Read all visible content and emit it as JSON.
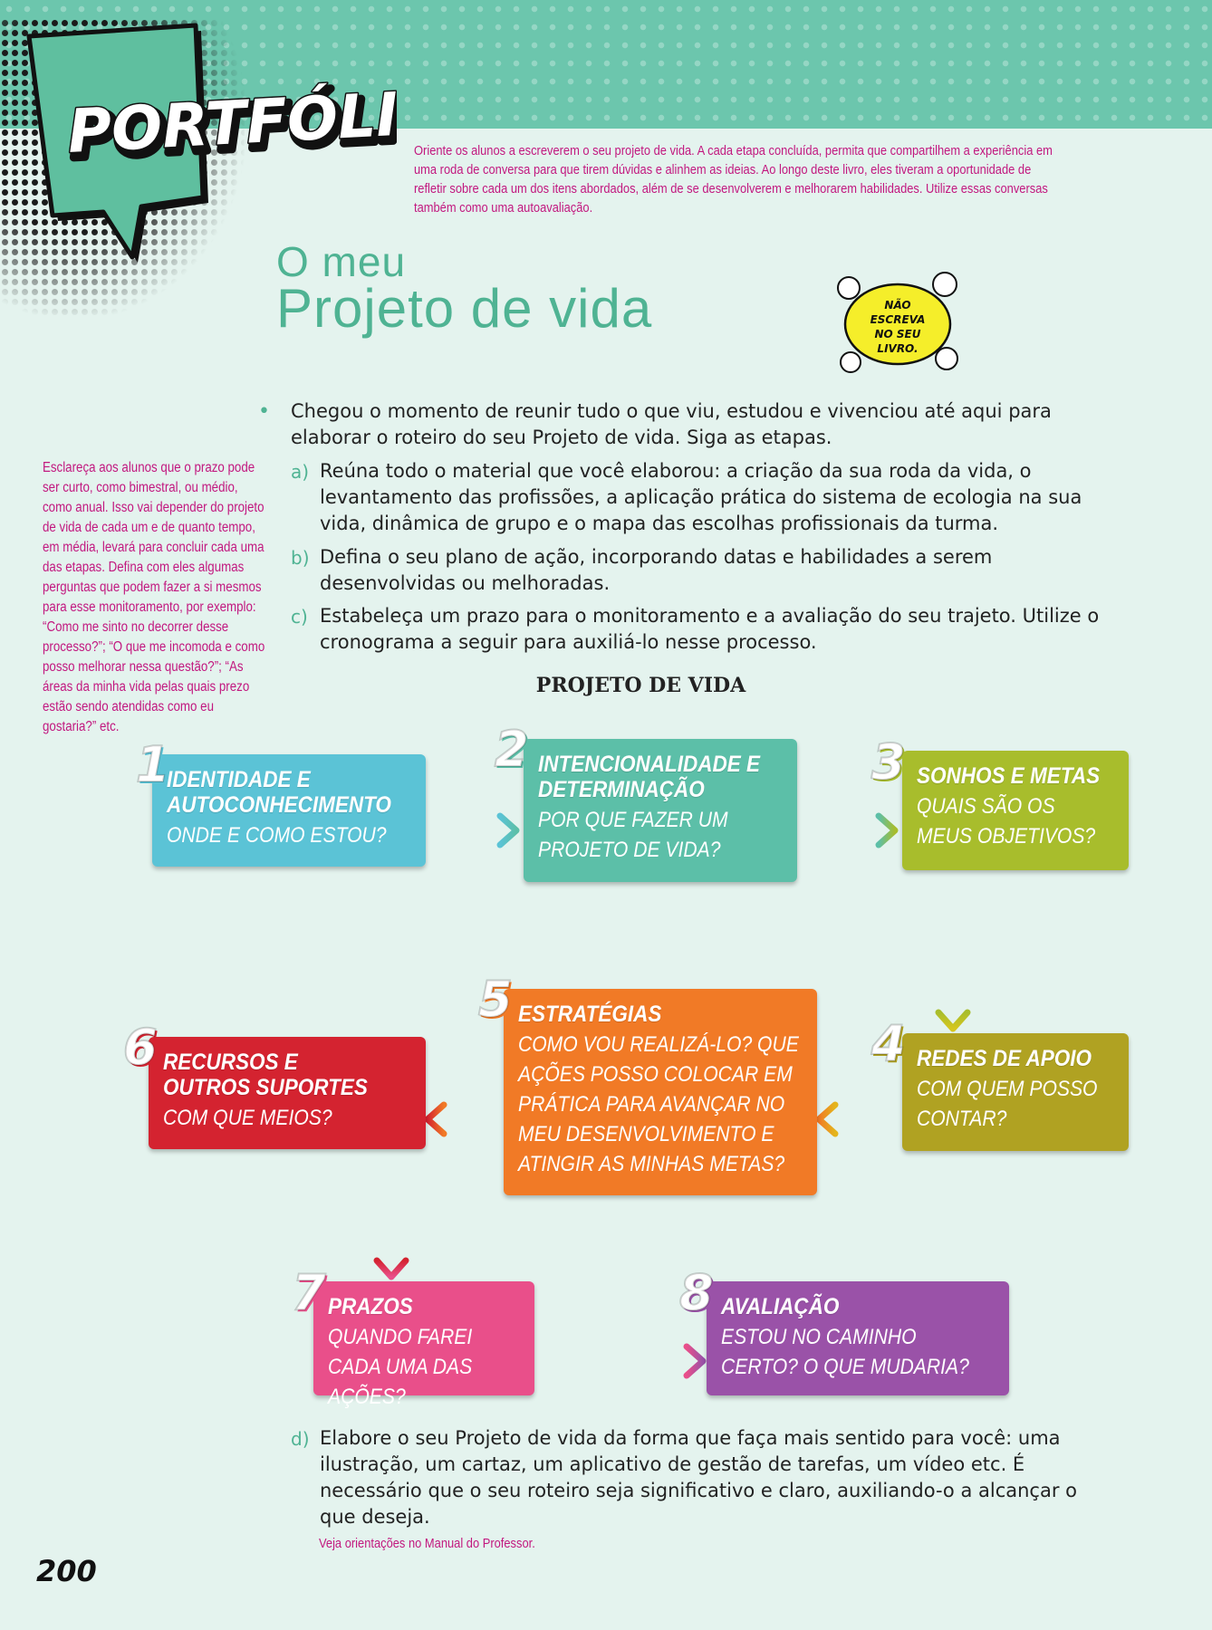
{
  "header": {
    "section_label": "PORTFÓLIO",
    "teacher_note": "Oriente os alunos a escreverem o seu projeto de vida. A cada etapa concluída, permita que compartilhem a experiência em uma roda de conversa para que tirem dúvidas e alinhem as ideias. Ao longo deste livro, eles tiveram a oportunidade de refletir sobre cada um dos itens abordados, além de se desenvolverem e melhorarem habilidades. Utilize essas conversas também como uma autoavaliação."
  },
  "title": {
    "line1": "O meu",
    "line2": "Projeto de vida"
  },
  "badge": {
    "line1": "NÃO",
    "line2": "ESCREVA",
    "line3": "NO SEU",
    "line4": "LIVRO."
  },
  "side_note": "Esclareça aos alunos que o prazo pode ser curto, como bimestral, ou médio, como anual. Isso vai depender do projeto de vida de cada um e de quanto tempo, em média, levará para concluir cada uma das etapas. Defina com eles algumas perguntas que podem fazer a si mesmos para esse monitoramento, por exemplo: “Como me sinto no decorrer desse processo?”; “O que me incomoda e como posso melhorar nessa questão?”; “As áreas da minha vida pelas quais prezo estão sendo atendidas como eu gostaria?” etc.",
  "intro": {
    "bullet": "•",
    "text": "Chegou o momento de reunir tudo o que viu, estudou e vivenciou até aqui para elaborar o roteiro do seu Projeto de vida. Siga as etapas."
  },
  "steps": [
    {
      "letter": "a)",
      "text": "Reúna todo o material que você elaborou: a criação da sua roda da vida, o levantamento das profissões, a aplicação prática do sistema de ecologia na sua vida, dinâmica de grupo e o mapa das escolhas profissionais da turma."
    },
    {
      "letter": "b)",
      "text": "Defina o seu plano de ação, incorporando datas e habilidades a serem desenvolvidas ou melhoradas."
    },
    {
      "letter": "c)",
      "text": "Estabeleça um prazo para o monitoramento e a avaliação do seu trajeto. Utilize o cronograma a seguir para auxiliá-lo nesse processo."
    },
    {
      "letter": "d)",
      "text": "Elabore o seu Projeto de vida da forma que faça mais sentido para você: uma ilustração, um cartaz, um aplicativo de gestão de tarefas, um vídeo etc. É necessário que o seu roteiro seja significativo e claro, auxiliando-o a alcançar o que deseja."
    }
  ],
  "flowchart": {
    "title": "PROJETO DE VIDA",
    "nodes": [
      {
        "number": "1",
        "title": "IDENTIDADE E AUTOCONHECIMENTO",
        "subtitle": "ONDE E COMO ESTOU?",
        "color": "#5bc3d6"
      },
      {
        "number": "2",
        "title": "INTENCIONALIDADE E DETERMINAÇÃO",
        "subtitle": "POR QUE FAZER UM PROJETO DE VIDA?",
        "color": "#5cbfa8"
      },
      {
        "number": "3",
        "title": "SONHOS E METAS",
        "subtitle": "QUAIS SÃO OS MEUS OBJETIVOS?",
        "color": "#a8bd2c"
      },
      {
        "number": "4",
        "title": "REDES DE APOIO",
        "subtitle": "COM QUEM POSSO CONTAR?",
        "color": "#b0a222"
      },
      {
        "number": "5",
        "title": "ESTRATÉGIAS",
        "subtitle": "COMO VOU REALIZÁ-LO? QUE AÇÕES POSSO COLOCAR EM PRÁTICA PARA AVANÇAR NO MEU DESENVOLVIMENTO E ATINGIR AS MINHAS METAS?",
        "color": "#f17a26"
      },
      {
        "number": "6",
        "title": "RECURSOS E OUTROS SUPORTES",
        "subtitle": "COM QUE MEIOS?",
        "color": "#d42330"
      },
      {
        "number": "7",
        "title": "PRAZOS",
        "subtitle": "QUANDO FAREI CADA UMA DAS AÇÕES?",
        "color": "#e94f8a"
      },
      {
        "number": "8",
        "title": "AVALIAÇÃO",
        "subtitle": "ESTOU NO CAMINHO CERTO? O QUE MUDARIA?",
        "color": "#9a52a8"
      }
    ]
  },
  "footer": {
    "teacher_note": "Veja orientações no Manual do Professor.",
    "page_number": "200"
  },
  "colors": {
    "page_background": "#e4f3ee",
    "header_band": "#6cc6ad",
    "title_green": "#4fb393",
    "teacher_note_magenta": "#c2187f",
    "badge_yellow": "#f5ee2a"
  }
}
